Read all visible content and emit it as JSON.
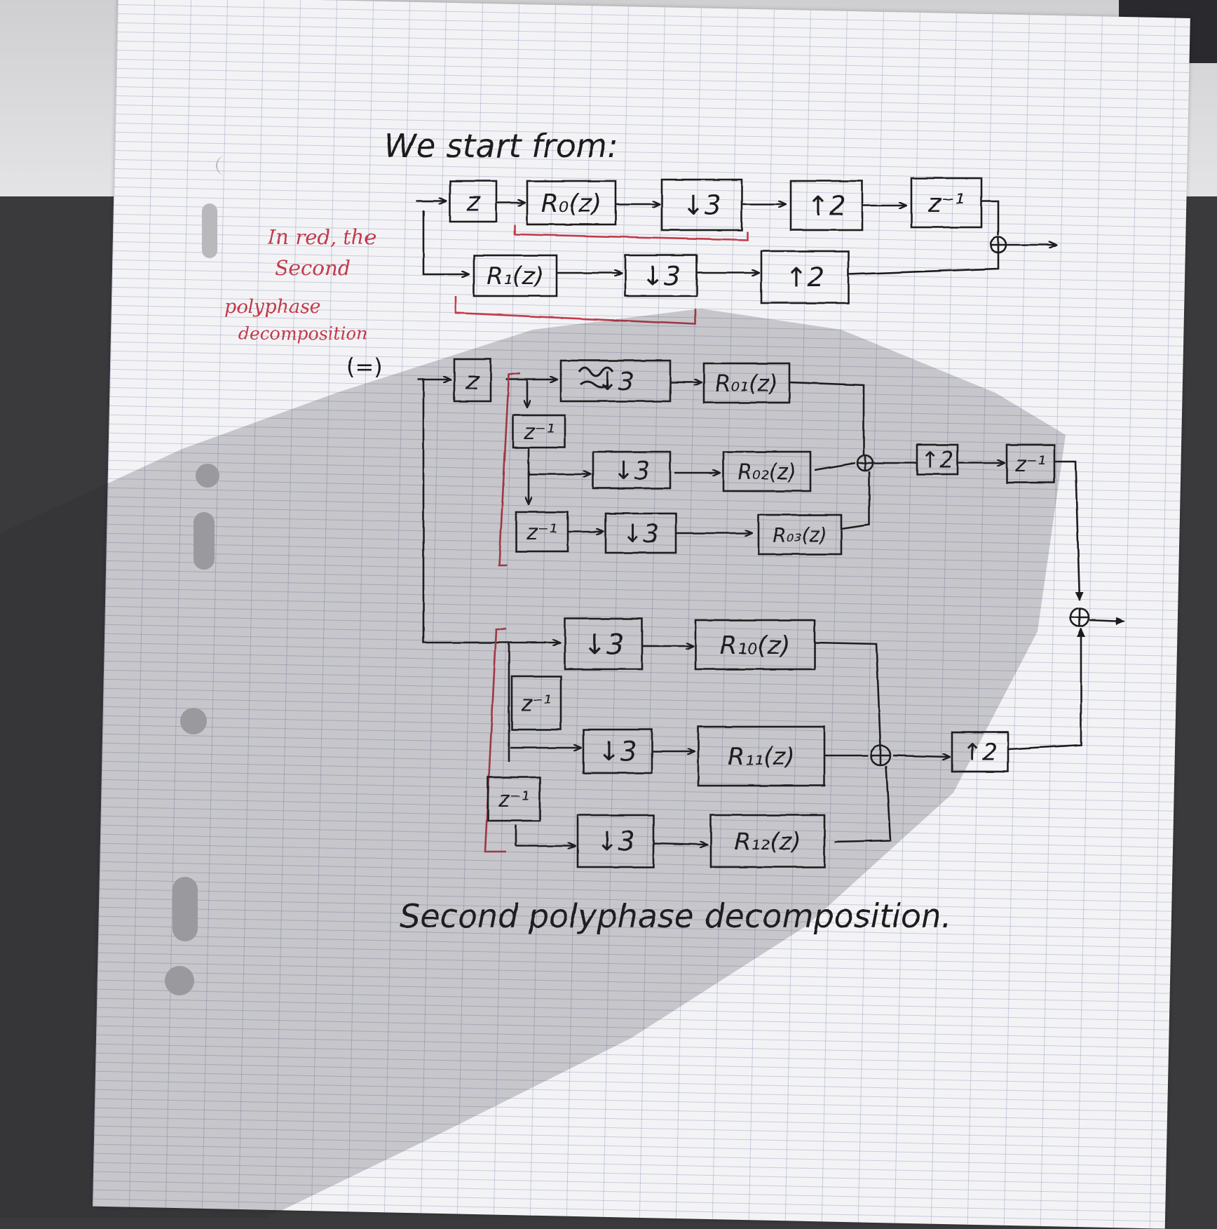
{
  "intro_text": "We start from:",
  "side_note": {
    "line1": "In red, the",
    "line2": "Second",
    "line3": "polyphase",
    "line4": "decomposition"
  },
  "equiv_symbol": "(=)",
  "caption": "Second polyphase decomposition.",
  "colors": {
    "ink": "#1c1c1e",
    "red_ink": "#c23a4a",
    "paper": "#f3f3f6",
    "grid": "#8c96b4"
  },
  "top_diagram": {
    "row0": [
      "z",
      "R₀(z)",
      "↓3",
      "↑2",
      "z⁻¹"
    ],
    "row1": [
      "R₁(z)",
      "↓3",
      "↑2"
    ]
  },
  "bottom_diagram": {
    "input": "z",
    "group0": {
      "delays": [
        "z⁻¹",
        "z⁻¹"
      ],
      "rows": [
        {
          "down": "↓3",
          "filter": "R₀₁(z)",
          "strike": "R₀"
        },
        {
          "down": "↓3",
          "filter": "R₀₂(z)"
        },
        {
          "down": "↓3",
          "filter": "R₀₃(z)"
        }
      ],
      "up": "↑2",
      "delay_out": "z⁻¹"
    },
    "group1": {
      "delays": [
        "z⁻¹",
        "z⁻¹"
      ],
      "rows": [
        {
          "down": "↓3",
          "filter": "R₁₀(z)"
        },
        {
          "down": "↓3",
          "filter": "R₁₁(z)"
        },
        {
          "down": "↓3",
          "filter": "R₁₂(z)"
        }
      ],
      "up": "↑2"
    },
    "sum_symbol": "⊕"
  }
}
